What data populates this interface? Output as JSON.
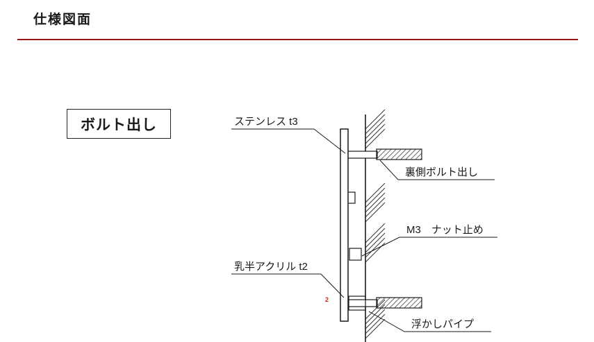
{
  "page": {
    "title": "仕様図面",
    "accent_color": "#991414"
  },
  "callout": {
    "label": "ボルト出し"
  },
  "diagram": {
    "labels": {
      "stainless": "ステンレス t3",
      "back_bolt": "裏側ボルト出し",
      "m3_nut": "M3　ナット止め",
      "acrylic": "乳半アクリル  t2",
      "spacer_pipe": "浮かしパイプ",
      "note": "2"
    },
    "note_color": "#cc2222"
  }
}
